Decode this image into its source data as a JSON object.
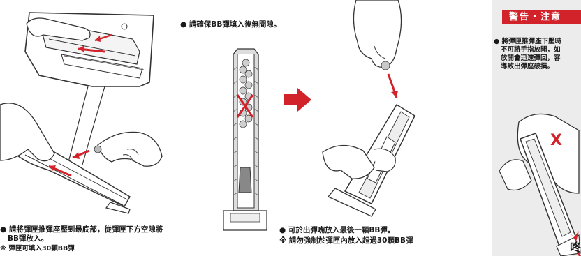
{
  "caption_fill": "● 請確保BB彈填入後無間隙。",
  "caption_bottom_left": {
    "line1": "● 請將彈匣推彈座壓到最底部，從彈匣下方空隙將",
    "line2": "BB彈放入。",
    "line3": "※ 彈匣可填入30顆BB彈"
  },
  "caption_bottom_middle": {
    "line1": "● 可於出彈嘴放入最後一顆BB彈。",
    "line2": "※ 請勿強制於彈匣內放入超過30顆BB彈"
  },
  "warning": {
    "banner": "警告・注意",
    "line1": "● 將彈匣推彈座下壓時",
    "line2": "不可將手指放開，如",
    "line3": "放開會迅速彈回，容",
    "line4": "導致出彈座破損。"
  },
  "marks": {
    "wrong": "X",
    "sound": "咚"
  },
  "colors": {
    "accent_red": "#d2222a",
    "line": "#333333",
    "panel_gray": "#ececec"
  },
  "icons": [
    "loading-hand-illustration",
    "magazine-cross-section-illustration",
    "right-arrow-icon",
    "top-loading-illustration",
    "warning-illustration"
  ]
}
